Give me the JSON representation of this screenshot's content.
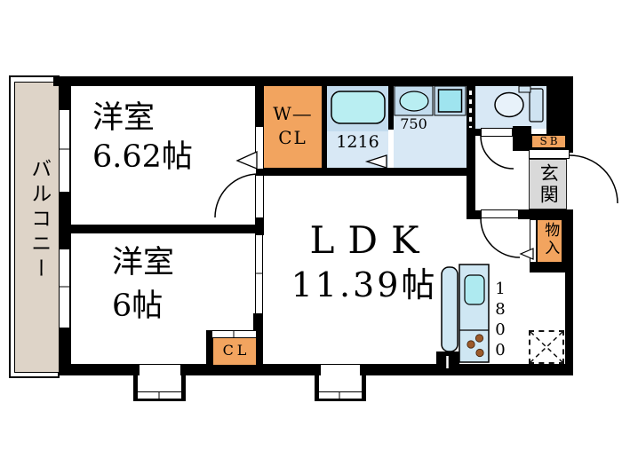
{
  "palette": {
    "wall_black": "#000000",
    "closet_orange": "#F2A45F",
    "wet_area_blue": "#D8E8F5",
    "wet_area_band": "#C3DCEE",
    "fixture_cyan": "#B9EEF2",
    "washer_cyan": "#9FE4EF",
    "kitchen_blue": "#CFE7F3",
    "entrance_gray": "#D9D9D9",
    "balcony_beige": "#DED4C8",
    "burner_brown": "#9C5A2A"
  },
  "rooms": {
    "western1": {
      "label": "洋室\n6.62帖"
    },
    "western2": {
      "label": "洋室\n6帖"
    },
    "ldk": {
      "name": "LDK",
      "size": "11.39帖"
    }
  },
  "storage": {
    "walk_in_closet": {
      "label": "W―\nCL"
    },
    "closet": {
      "label": "CL"
    },
    "monoire": {
      "label": "物入"
    },
    "shoe_box": {
      "label": "SB"
    }
  },
  "entrance": {
    "label": "玄関"
  },
  "balcony": {
    "label": "バルコニー"
  },
  "dimensions": {
    "bath": "1216",
    "washroom": "750",
    "kitchen": "1800"
  }
}
